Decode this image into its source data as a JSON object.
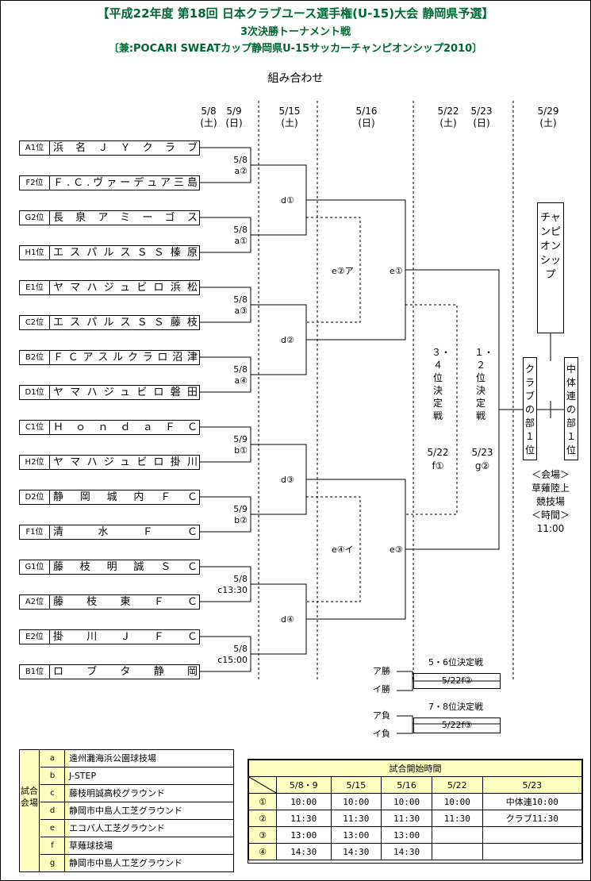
{
  "header": {
    "title1": "【平成22年度 第18回 日本クラブユース選手権(U-15)大会 静岡県予選】",
    "title2": "3次決勝トーナメント戦",
    "title3": "〔兼:POCARI SWEATカップ静岡県U-15サッカーチャンピオンシップ2010〕",
    "subtitle": "組み合わせ"
  },
  "dates": [
    {
      "d": "5/8",
      "w": "(土)"
    },
    {
      "d": "5/9",
      "w": "(日)"
    },
    {
      "d": "5/15",
      "w": "(土)"
    },
    {
      "d": "5/16",
      "w": "(日)"
    },
    {
      "d": "5/22",
      "w": "(土)"
    },
    {
      "d": "5/23",
      "w": "(日)"
    },
    {
      "d": "5/29",
      "w": "(土)"
    }
  ],
  "teams": [
    {
      "rank": "A1位",
      "name": "浜名ＪＹクラブ"
    },
    {
      "rank": "F2位",
      "name": "Ｆ.Ｃ.ヴァーデュア三島"
    },
    {
      "rank": "G2位",
      "name": "長泉アミーゴス"
    },
    {
      "rank": "H1位",
      "name": "エスパルスＳＳ榛原"
    },
    {
      "rank": "E1位",
      "name": "ヤマハジュビロ浜松"
    },
    {
      "rank": "C2位",
      "name": "エスパルスＳＳ藤枝"
    },
    {
      "rank": "B2位",
      "name": "ＦＣアスルクラロ沼津"
    },
    {
      "rank": "D1位",
      "name": "ヤマハジュビロ磐田"
    },
    {
      "rank": "C1位",
      "name": "ＨｏｎｄａＦＣ"
    },
    {
      "rank": "H2位",
      "name": "ヤマハジュビロ掛川"
    },
    {
      "rank": "D2位",
      "name": "静岡城内ＦＣ"
    },
    {
      "rank": "F1位",
      "name": "清水ＦＣ"
    },
    {
      "rank": "G1位",
      "name": "藤枝明誠ＳＣ"
    },
    {
      "rank": "A2位",
      "name": "藤枝東ＦＣ"
    },
    {
      "rank": "E2位",
      "name": "掛川ＪＦＣ"
    },
    {
      "rank": "B1位",
      "name": "ロブタ静岡"
    }
  ],
  "r1": [
    {
      "date": "5/8",
      "code": "a②"
    },
    {
      "date": "5/8",
      "code": "a①"
    },
    {
      "date": "5/8",
      "code": "a③"
    },
    {
      "date": "5/8",
      "code": "a④"
    },
    {
      "date": "5/9",
      "code": "b①"
    },
    {
      "date": "5/9",
      "code": "b②"
    },
    {
      "date": "5/8",
      "code": "c13:30"
    },
    {
      "date": "5/8",
      "code": "c15:00"
    }
  ],
  "r2": [
    "d①",
    "d②",
    "d③",
    "d④"
  ],
  "r3": [
    "e①",
    "e③"
  ],
  "dashed_labels": [
    "e②ア",
    "e④イ"
  ],
  "third_place": {
    "text": "３・４位決定戦",
    "date": "5/22",
    "code": "f①"
  },
  "final": {
    "text": "１・２位決定戦",
    "date": "5/23",
    "code": "g②"
  },
  "championship": "チャンピオンシップ",
  "club_winner": "クラブの部１位",
  "junior_winner": "中体連の部１位",
  "venue_note": [
    "＜会場＞",
    "草薙陸上",
    "競技場",
    "＜時間＞",
    "11:00"
  ],
  "placement": [
    {
      "title": "5・6位決定戦",
      "top": "ア勝",
      "bottom": "イ勝",
      "code": "5/22f②"
    },
    {
      "title": "7・8位決定戦",
      "top": "ア負",
      "bottom": "イ負",
      "code": "5/22f③"
    }
  ],
  "legend": {
    "side": "試合会場",
    "rows": [
      {
        "k": "a",
        "v": "遠州灘海浜公園球技場"
      },
      {
        "k": "b",
        "v": "J-STEP"
      },
      {
        "k": "c",
        "v": "藤枝明誠高校グラウンド"
      },
      {
        "k": "d",
        "v": "静岡市中島人工芝グラウンド"
      },
      {
        "k": "e",
        "v": "エコパ人工芝グラウンド"
      },
      {
        "k": "f",
        "v": "草薙球技場"
      },
      {
        "k": "g",
        "v": "静岡市中島人工芝グラウンド"
      }
    ]
  },
  "schedule": {
    "title": "試合開始時間",
    "headers": [
      "5/8・9",
      "5/15",
      "5/16",
      "5/22",
      "5/23"
    ],
    "rows": [
      {
        "n": "①",
        "c": [
          "10:00",
          "10:00",
          "10:00",
          "10:00",
          "中体連10:00"
        ]
      },
      {
        "n": "②",
        "c": [
          "11:30",
          "11:30",
          "11:30",
          "11:30",
          "クラブ11:30"
        ]
      },
      {
        "n": "③",
        "c": [
          "13:00",
          "13:00",
          "13:00",
          "",
          ""
        ]
      },
      {
        "n": "④",
        "c": [
          "14:30",
          "14:30",
          "14:30",
          "",
          ""
        ]
      }
    ]
  }
}
